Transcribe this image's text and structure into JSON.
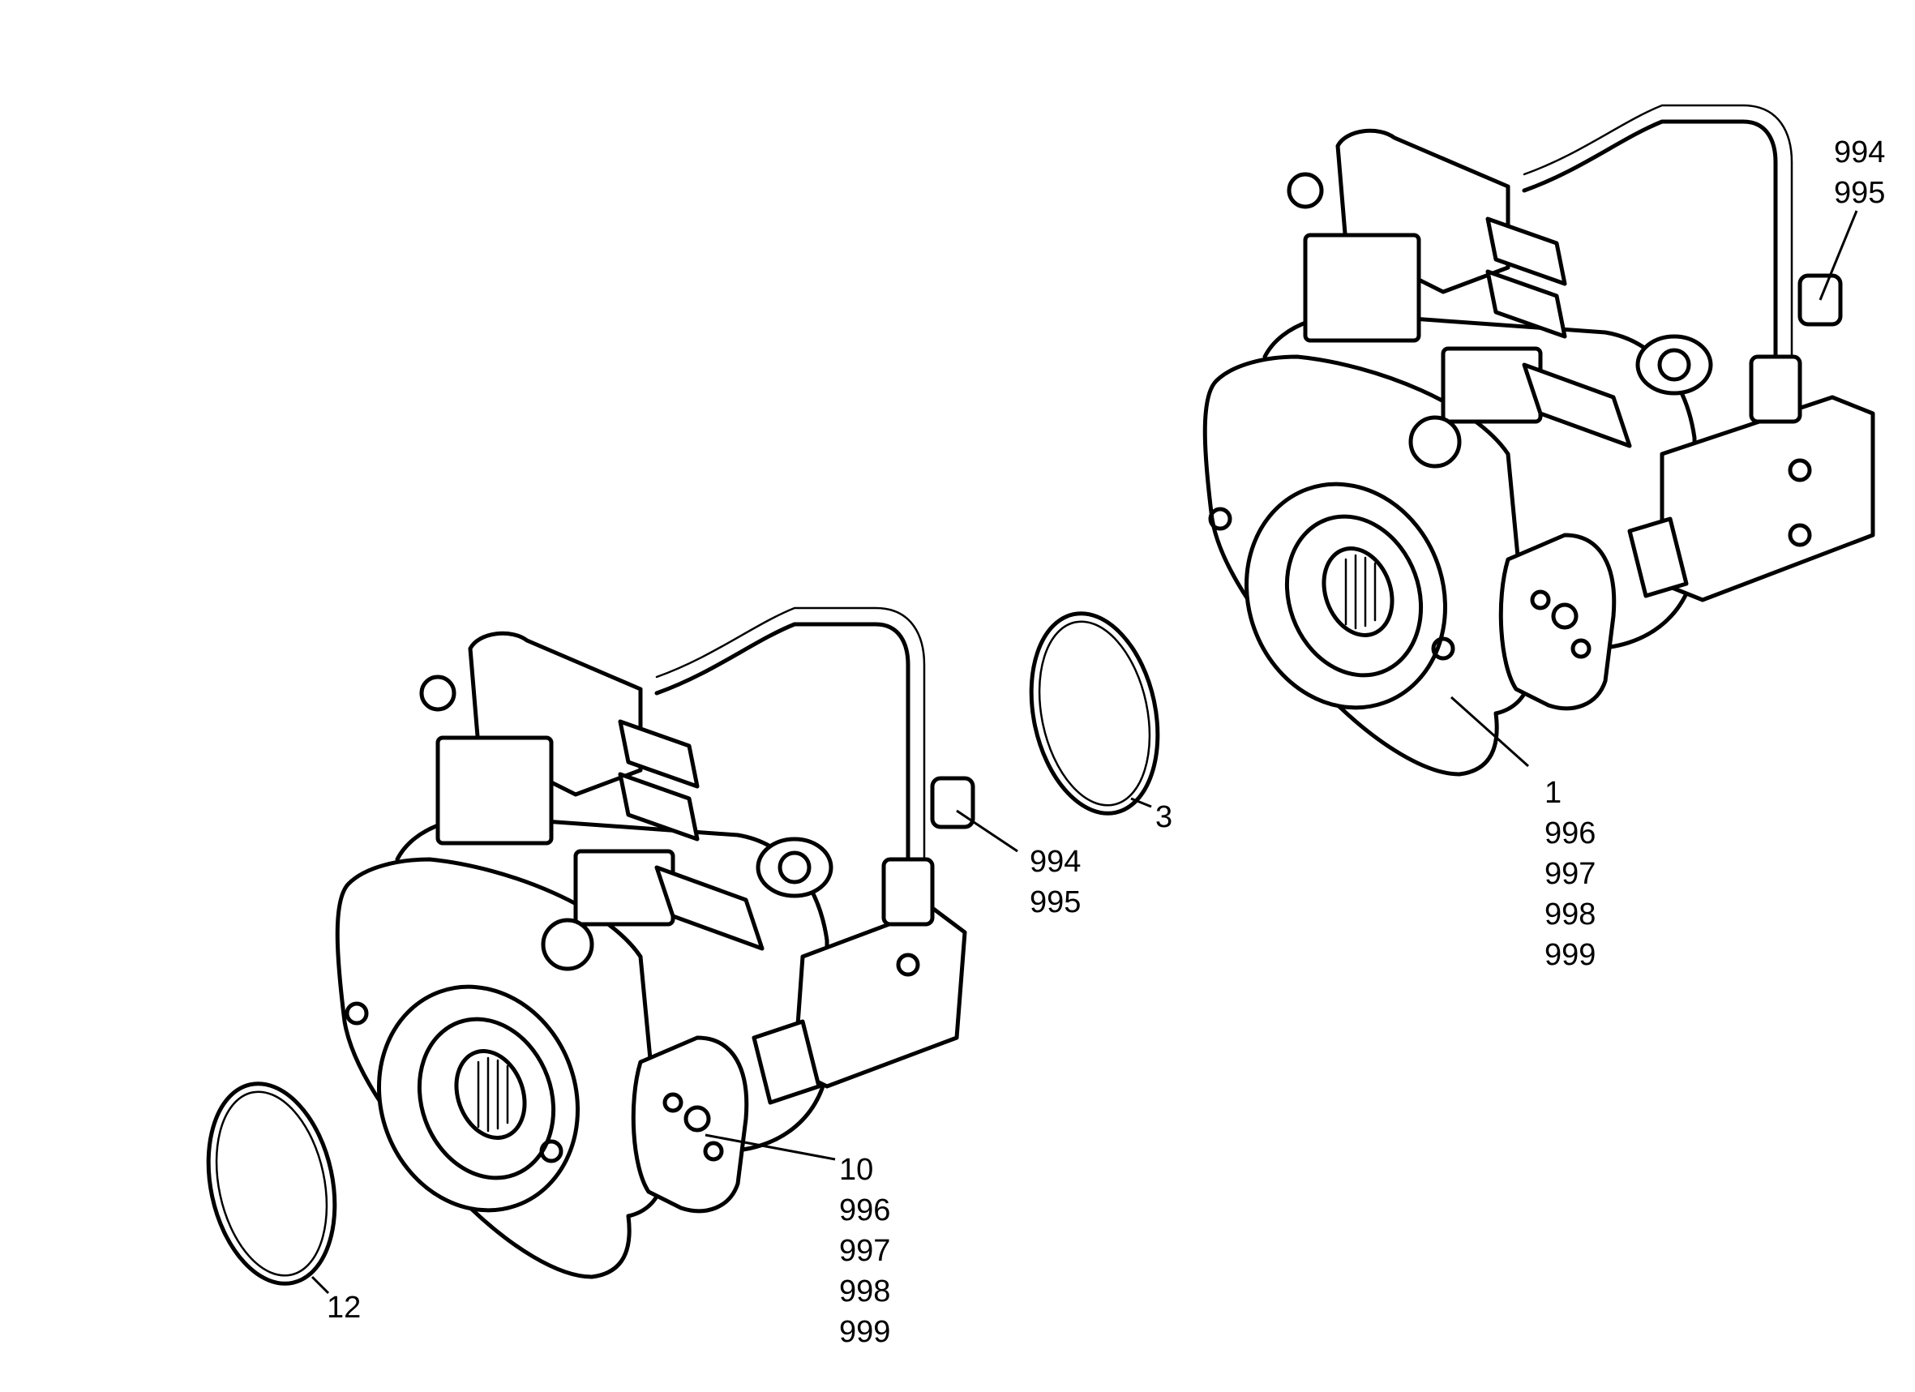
{
  "callouts": {
    "pump_right": {
      "lines": [
        "1",
        "996",
        "997",
        "998",
        "999"
      ]
    },
    "pump_left": {
      "lines": [
        "10",
        "996",
        "997",
        "998",
        "999"
      ]
    },
    "plug_right": {
      "lines": [
        "994",
        "995"
      ]
    },
    "plug_left": {
      "lines": [
        "994",
        "995"
      ]
    },
    "ring_middle": {
      "lines": [
        "3"
      ]
    },
    "ring_left": {
      "lines": [
        "12"
      ]
    }
  }
}
